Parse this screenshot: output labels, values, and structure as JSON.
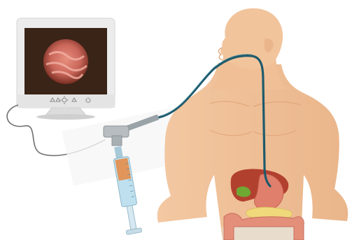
{
  "scene": {
    "subject": "endoscopy-illustration",
    "elements": [
      "monitor",
      "endoscope-cable",
      "endoscope-handle",
      "syringe",
      "human-torso",
      "stomach",
      "liver",
      "gallbladder",
      "pancreas",
      "intestine"
    ]
  },
  "colors": {
    "background": "#ffffff",
    "monitor_body": "#ececec",
    "screen_frame": "#3a2418",
    "screen_view": "#c9665a",
    "cable": "#1f5a6b",
    "skin": "#f2c49c",
    "skin_shadow": "#e6a97c",
    "liver": "#b2402f",
    "stomach": "#e07f6c",
    "gallbladder": "#6ea833",
    "pancreas": "#f0d97b",
    "intestine": "#e38f7a",
    "syringe_fluid": "#e2955a",
    "syringe_barrel": "#bfe0ef"
  },
  "icons": {
    "monitor_buttons": [
      "warning-triangle-icon",
      "warning-triangle-icon",
      "dpad-icon",
      "warning-triangle-icon",
      "power-icon"
    ]
  }
}
